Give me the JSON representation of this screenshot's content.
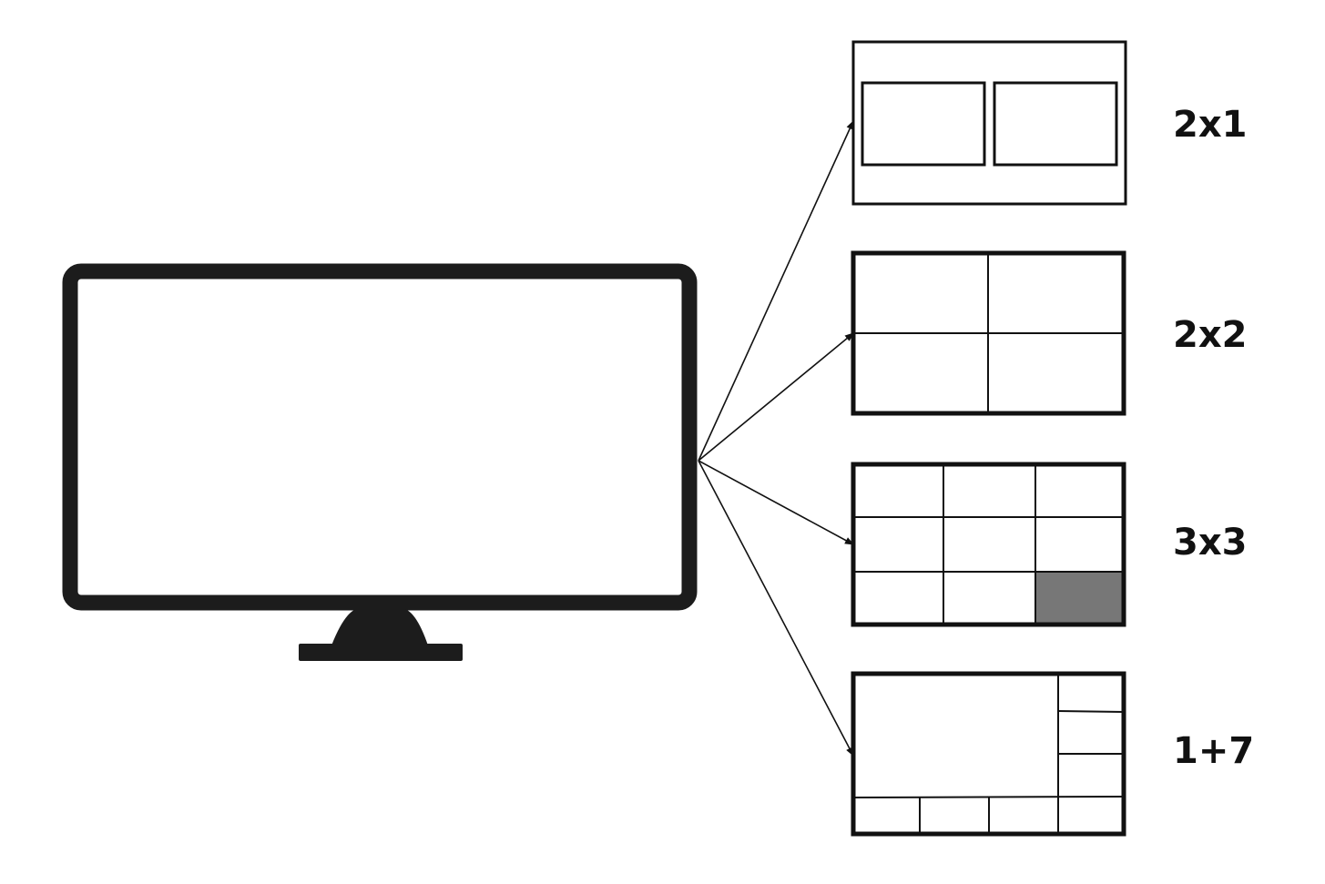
{
  "colors": {
    "monitor": "#1c1c1c",
    "outline": "#111111",
    "highlight_cell": "#777777",
    "background": "#ffffff"
  },
  "icons": {
    "monitor": "monitor-icon",
    "arrow": "arrow-icon"
  },
  "layouts": [
    {
      "id": "2x1",
      "label": "2x1",
      "cells": 2
    },
    {
      "id": "2x2",
      "label": "2x2",
      "cells": 4
    },
    {
      "id": "3x3",
      "label": "3x3",
      "cells": 9,
      "highlighted_cell": 9
    },
    {
      "id": "1+7",
      "label": "1+7",
      "cells": 8
    }
  ]
}
